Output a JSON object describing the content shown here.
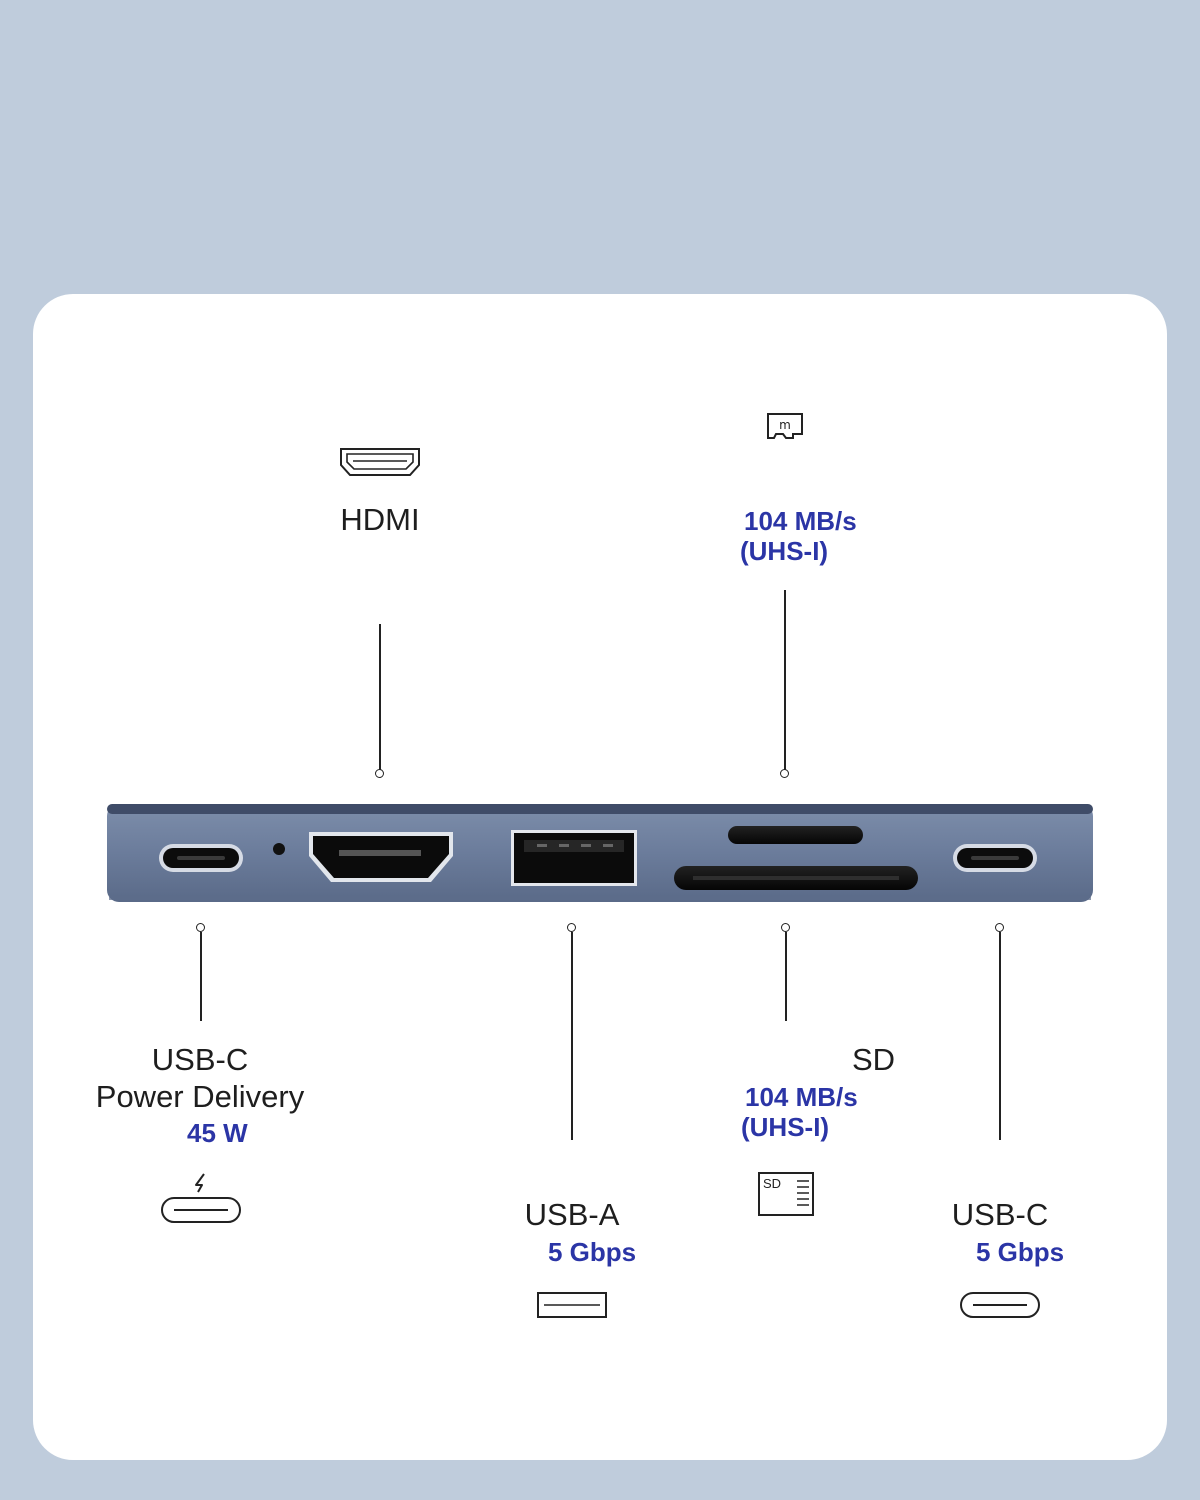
{
  "ports_top": {
    "hdmi": {
      "name": "HDMI",
      "icon": "hdmi-icon"
    },
    "microsd": {
      "speed": "104 MB/s",
      "standard": "(UHS-I)",
      "icon": "microsd-icon"
    }
  },
  "ports_bottom": {
    "usbc_pd": {
      "name": "USB-C",
      "subname": "Power Delivery",
      "spec": "45 W",
      "icon": "usb-c-power-icon"
    },
    "usba": {
      "name": "USB-A",
      "spec": "5 Gbps",
      "icon": "usb-a-icon"
    },
    "sd": {
      "name": "SD",
      "speed": "104 MB/s",
      "standard": "(UHS-I)",
      "icon": "sd-card-icon",
      "icon_text": "SD"
    },
    "usbc_data": {
      "name": "USB-C",
      "spec": "5 Gbps",
      "icon": "usb-c-icon"
    }
  },
  "colors": {
    "background": "#bfccdc",
    "card": "#ffffff",
    "spec_text": "#2b35a6",
    "label_text": "#1e1e1e",
    "hub_body": "#5e6f8f"
  }
}
